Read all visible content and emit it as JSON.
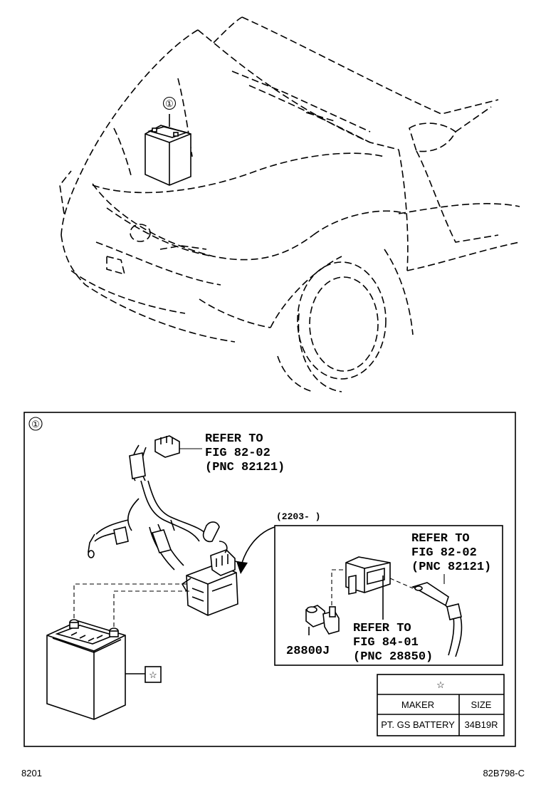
{
  "callouts": {
    "top_marker": "①",
    "detail_marker": "①"
  },
  "harness_refer": {
    "line1": "REFER TO",
    "line2": "FIG 82-02",
    "line3": "(PNC 82121)"
  },
  "inset": {
    "date_label": "(2203-     )",
    "refer_a": {
      "line1": "REFER TO",
      "line2": "FIG 82-02",
      "line3": "(PNC 82121)"
    },
    "refer_b": {
      "line1": "REFER TO",
      "line2": "FIG 84-01",
      "line3": "(PNC 28850)"
    },
    "part_number": "28800J"
  },
  "battery_marker": "☆",
  "spec_table": {
    "symbol": "☆",
    "headers": [
      "MAKER",
      "SIZE"
    ],
    "row": [
      "PT. GS BATTERY",
      "34B19R"
    ]
  },
  "footer": {
    "left_code": "8201",
    "right_code": "82B798-C"
  }
}
